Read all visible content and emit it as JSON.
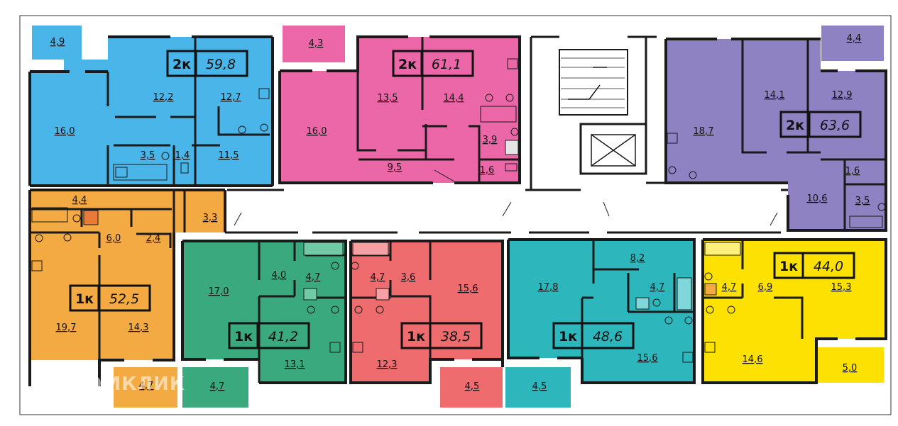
{
  "colors": {
    "blue": "#49b5e8",
    "pink": "#ec67a8",
    "purple": "#8f82c2",
    "orange": "#f3aa42",
    "green": "#3aaa7e",
    "red": "#ee6b6e",
    "teal": "#2db7bd",
    "yellow": "#fde102",
    "wall": "#1a1a1a"
  },
  "apartments": [
    {
      "rooms": "2к",
      "area": "59,8"
    },
    {
      "rooms": "2к",
      "area": "61,1"
    },
    {
      "rooms": "2к",
      "area": "63,6"
    },
    {
      "rooms": "1к",
      "area": "52,5"
    },
    {
      "rooms": "1к",
      "area": "41,2"
    },
    {
      "rooms": "1к",
      "area": "38,5"
    },
    {
      "rooms": "1к",
      "area": "48,6"
    },
    {
      "rooms": "1к",
      "area": "44,0"
    }
  ],
  "room_areas": {
    "apt1": [
      "4,9",
      "12,2",
      "12,7",
      "16,0",
      "3,5",
      "1,4",
      "11,5"
    ],
    "apt2": [
      "4,3",
      "13,5",
      "14,4",
      "16,0",
      "3,9",
      "9,5",
      "1,6"
    ],
    "apt3": [
      "4,4",
      "14,1",
      "12,9",
      "18,7",
      "1,6",
      "10,6",
      "3,5"
    ],
    "apt4": [
      "4,4",
      "3,3",
      "6,0",
      "2,4",
      "19,7",
      "14,3",
      "4,7"
    ],
    "apt5": [
      "4,0",
      "4,7",
      "17,0",
      "13,1",
      "4,7"
    ],
    "apt6": [
      "4,7",
      "3,6",
      "15,6",
      "12,3",
      "4,5"
    ],
    "apt7": [
      "8,2",
      "17,8",
      "4,7",
      "15,6",
      "4,5"
    ],
    "apt8": [
      "4,7",
      "6,9",
      "15,3",
      "14,6",
      "5,0"
    ]
  },
  "watermark": "ДОМКЛИК"
}
